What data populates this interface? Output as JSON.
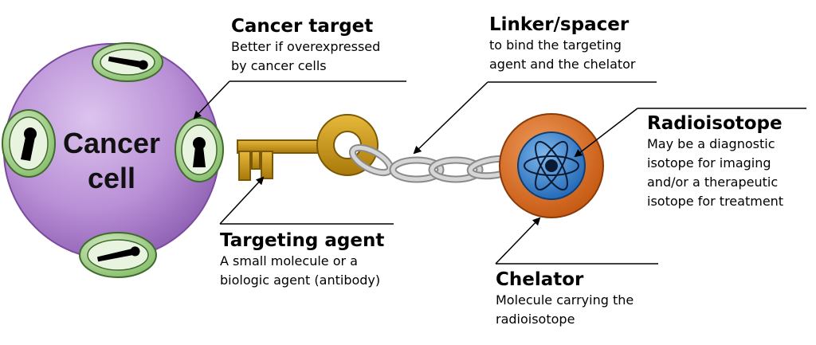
{
  "cell": {
    "line1": "Cancer",
    "line2": "cell"
  },
  "labels": {
    "cancer_target": {
      "title": "Cancer target",
      "lines": [
        "Better if overexpressed",
        "by cancer cells"
      ]
    },
    "linker": {
      "title": "Linker/spacer",
      "lines": [
        "to bind the targeting",
        "agent and the chelator"
      ]
    },
    "radioisotope": {
      "title": "Radioisotope",
      "lines": [
        "May be a diagnostic",
        "isotope for imaging",
        "and/or a therapeutic",
        "isotope for treatment"
      ]
    },
    "targeting_agent": {
      "title": "Targeting agent",
      "lines": [
        "A small molecule or a",
        "biologic agent (antibody)"
      ]
    },
    "chelator": {
      "title": "Chelator",
      "lines": [
        "Molecule carrying the",
        "radioisotope"
      ]
    }
  },
  "colors": {
    "cell_fill": "#b98fd6",
    "receptor_fill": "#9fcf86",
    "key_fill": "#c8990e",
    "chain_fill": "#c8c8c8",
    "chelator_fill": "#d9681c",
    "atom_fill": "#2f7fd0"
  },
  "icons": [
    "keyhole-icon",
    "key-icon",
    "chain-icon",
    "atom-icon"
  ]
}
